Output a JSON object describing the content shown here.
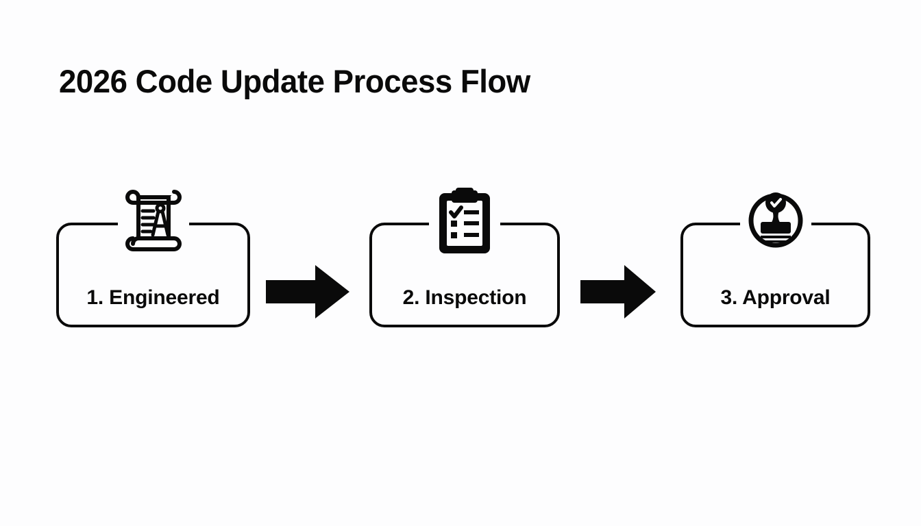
{
  "page": {
    "title": "2026 Code Update Process Flow",
    "background_color": "#fdfdfe",
    "ink_color": "#0a0a0a"
  },
  "diagram": {
    "type": "process-flow",
    "orientation": "horizontal",
    "step_count": 3,
    "connector": "solid-block-arrow",
    "steps": [
      {
        "number": "1",
        "label": "1. Engineered",
        "icon": "blueprint-scroll-compass-icon",
        "icon_description": "rolled blueprint scroll with text lines and a drafting compass"
      },
      {
        "number": "2",
        "label": "2. Inspection",
        "icon": "clipboard-checklist-icon",
        "icon_description": "clipboard with checkmark and checklist rows"
      },
      {
        "number": "3",
        "label": "3. Approval",
        "icon": "approval-stamp-icon",
        "icon_description": "rubber stamp with checkmark inside a circle"
      }
    ],
    "arrows": [
      {
        "name": "arrow-1-to-2",
        "from": "1. Engineered",
        "to": "2. Inspection"
      },
      {
        "name": "arrow-2-to-3",
        "from": "2. Inspection",
        "to": "3. Approval"
      }
    ]
  }
}
